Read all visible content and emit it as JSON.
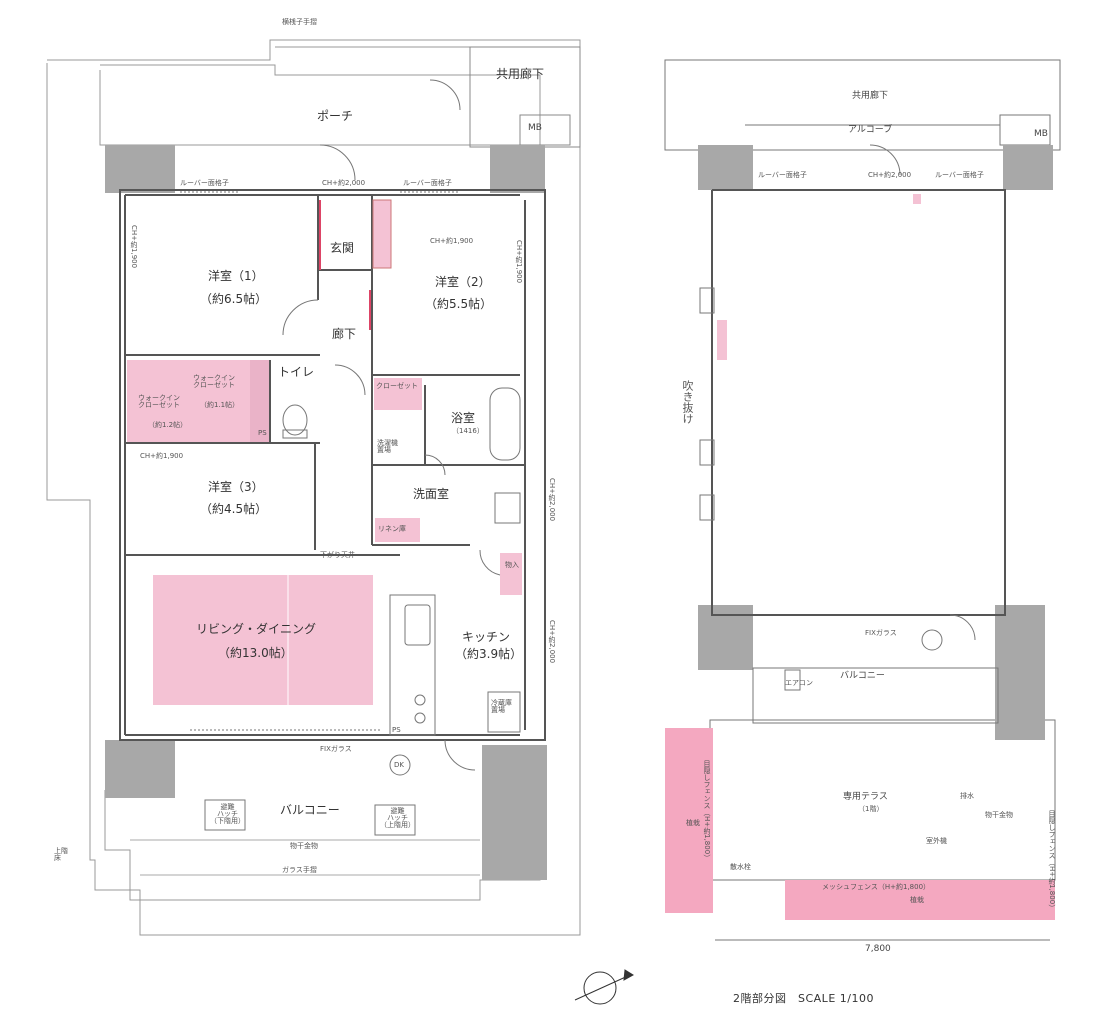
{
  "left_unit": {
    "top_rail": "横桟子手摺",
    "porch": "ポーチ",
    "shared_corridor": "共用廊下",
    "mb": "MB",
    "louver_left": "ルーバー面格子",
    "louver_right": "ルーバー面格子",
    "ch_2000": "CH+約2,000",
    "ch_1900_top": "CH+約1,900",
    "ch_1900_w2": "CH+約1,900",
    "ch_1900_w3": "CH+約1,900",
    "ch_1900_left": "CH+約1,900",
    "ch_2000_right": "CH+約2,000",
    "ch_2000_kitchen": "CH+約2,000",
    "genkan": "玄関",
    "hallway": "廊下",
    "toilet": "トイレ",
    "western1": {
      "name": "洋室（1）",
      "area": "（約6.5帖）"
    },
    "western2": {
      "name": "洋室（2）",
      "area": "（約5.5帖）"
    },
    "western3": {
      "name": "洋室（3）",
      "area": "（約4.5帖）"
    },
    "wic_label": "ウォークイン\nクローゼット",
    "wic_area": "（約1.2帖）",
    "wic2_label": "ウォークイン\nクローゼット",
    "wic2_area": "（約1.1帖）",
    "closet": "クローゼット",
    "bath": {
      "name": "浴室",
      "size": "（1416）"
    },
    "washroom": "洗面室",
    "linen": "リネン庫",
    "washer": "洗濯機\n置場",
    "storage": "物入",
    "ldk": {
      "name": "リビング・ダイニング",
      "area": "（約13.0帖）"
    },
    "kitchen": {
      "name": "キッチン",
      "area": "（約3.9帖）"
    },
    "fridge": "冷蔵庫\n置場",
    "bulk_shita": "下がり天井",
    "fix_glass": "FIXガラス",
    "dk": "DK",
    "balcony": "バルコニー",
    "hatch1": "避難\nハッチ\n（下階用）",
    "hatch2": "避難\nハッチ\n（上階用）",
    "drain": "物干金物",
    "glass_rail": "ガラス手摺",
    "upper_floor": "上階\n床",
    "pg": "PS",
    "fo": "PS"
  },
  "right_unit": {
    "shared_corridor": "共用廊下",
    "alcove": "アルコーブ",
    "mb": "MB",
    "louver_left": "ルーバー面格子",
    "ch_2000": "CH+約2,000",
    "louver_right": "ルーバー面格子",
    "void_label": "吹き抜け",
    "balcony": "バルコニー",
    "fix_glass": "FIXガラス",
    "ac": "エアコン",
    "terrace": {
      "name": "専用テラス",
      "note": "（1階）"
    },
    "mesh_fence": "メッシュフェンス（H+約1,800）",
    "planting_bottom": "植栽",
    "planting_left": "植栽",
    "fence_left": "目隠しフェンス（H+約1,800）",
    "fence_right": "目隠しフェンス（H+約1,800）",
    "dimension": "7,800",
    "outdoor_unit": "室外機",
    "water": "散水栓",
    "drain2": "排水",
    "shelf": "物干金物"
  },
  "caption": "2階部分図　SCALE 1/100",
  "colors": {
    "pink": "#f4c2d4",
    "pink_dark": "#e8a8c0",
    "wall": "#a8a8a8",
    "line": "#666666"
  }
}
